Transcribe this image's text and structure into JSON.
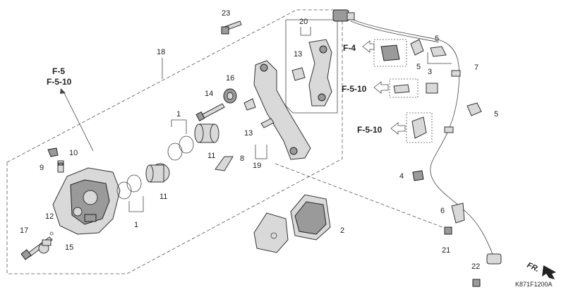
{
  "diagram": {
    "drawing_code": "K871F1200A",
    "front_arrow_label": "FR.",
    "ref_labels": {
      "f5": "F-5",
      "f510_caliper": "F-5-10",
      "f4": "F-4",
      "f510_a": "F-5-10",
      "f510_b": "F-5-10"
    },
    "callouts": {
      "p1a": "1",
      "p1b": "1",
      "p2": "2",
      "p3": "3",
      "p4": "4",
      "p5a": "5",
      "p5b": "5",
      "p5c": "5",
      "p6": "6",
      "p7": "7",
      "p8": "8",
      "p9": "9",
      "p10": "10",
      "p11a": "11",
      "p11b": "11",
      "p12": "12",
      "p13a": "13",
      "p13b": "13",
      "p14": "14",
      "p15": "15",
      "p16": "16",
      "p17": "17",
      "p18": "18",
      "p19": "19",
      "p20": "20",
      "p21": "21",
      "p22": "22",
      "p23": "23"
    }
  }
}
